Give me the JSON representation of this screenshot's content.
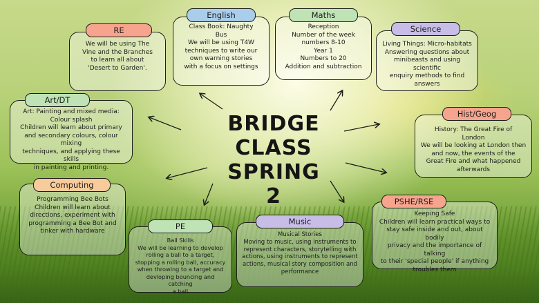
{
  "title": "BRIDGE\nCLASS\nSPRING 2",
  "colors": {
    "re": "#f6a48e",
    "english": "#a9cdea",
    "maths": "#bfe3b5",
    "science": "#c7bde6",
    "art": "#bfe3b5",
    "hist": "#f6a48e",
    "computing": "#f7cc9a",
    "pe": "#bfe3b5",
    "music": "#c7bde6",
    "pshe": "#f6a48e"
  },
  "subjects": {
    "re": {
      "label": "RE",
      "text": "We will be using The\nVine and the Branches\nto learn all about\n'Desert to Garden'."
    },
    "english": {
      "label": "English",
      "text": "Class Book: Naughty\nBus\nWe will be using T4W\ntechniques to write our\nown warning stories\nwith a focus on settings"
    },
    "maths": {
      "label": "Maths",
      "text": "Reception\nNumber of the week\nnumbers 8-10\nYear 1\nNumbers to 20\nAddition and subtraction"
    },
    "science": {
      "label": "Science",
      "text": "Living Things: Micro-habitats\nAnswering questions about\nminibeasts and using scientific\nenquiry methods to find\nanswers"
    },
    "art": {
      "label": "Art/DT",
      "text": "Art: Painting and mixed media:\nColour splash\nChildren will learn about primary\nand secondary colours, colour mixing\ntechniques, and applying these skills\nin painting and printing."
    },
    "hist": {
      "label": "Hist/Geog",
      "text": "History: The Great Fire of\nLondon\nWe will be looking at London then\nand now, the events of the\nGreat Fire and what happened\nafterwards"
    },
    "computing": {
      "label": "Computing",
      "text": "Programming Bee Bots\nChildren will learn about\ndirections, experiment with\nprogramming a Bee Bot and\ntinker with hardware"
    },
    "pe": {
      "label": "PE",
      "text": "Ball Skills\nWe will be learning to develop\nrolling a ball to a target,\nstopping a rolling ball, accuracy\nwhen throwing to a target and\ndevloping bouncing and catching\na ball"
    },
    "music": {
      "label": "Music",
      "text": "Musical Stories\nMoving to music, using instruments to\nrepresent characters, storytelling with\nactions, using instruments to represent\nactions, musical story composition and\nperformance"
    },
    "pshe": {
      "label": "PSHE/RSE",
      "text": "Keeping Safe\nChildren will learn practical ways to\nstay safe inside and out, about bodily\nprivacy and the importance of talking\nto their 'special people' if anything\ntroubles them"
    }
  }
}
